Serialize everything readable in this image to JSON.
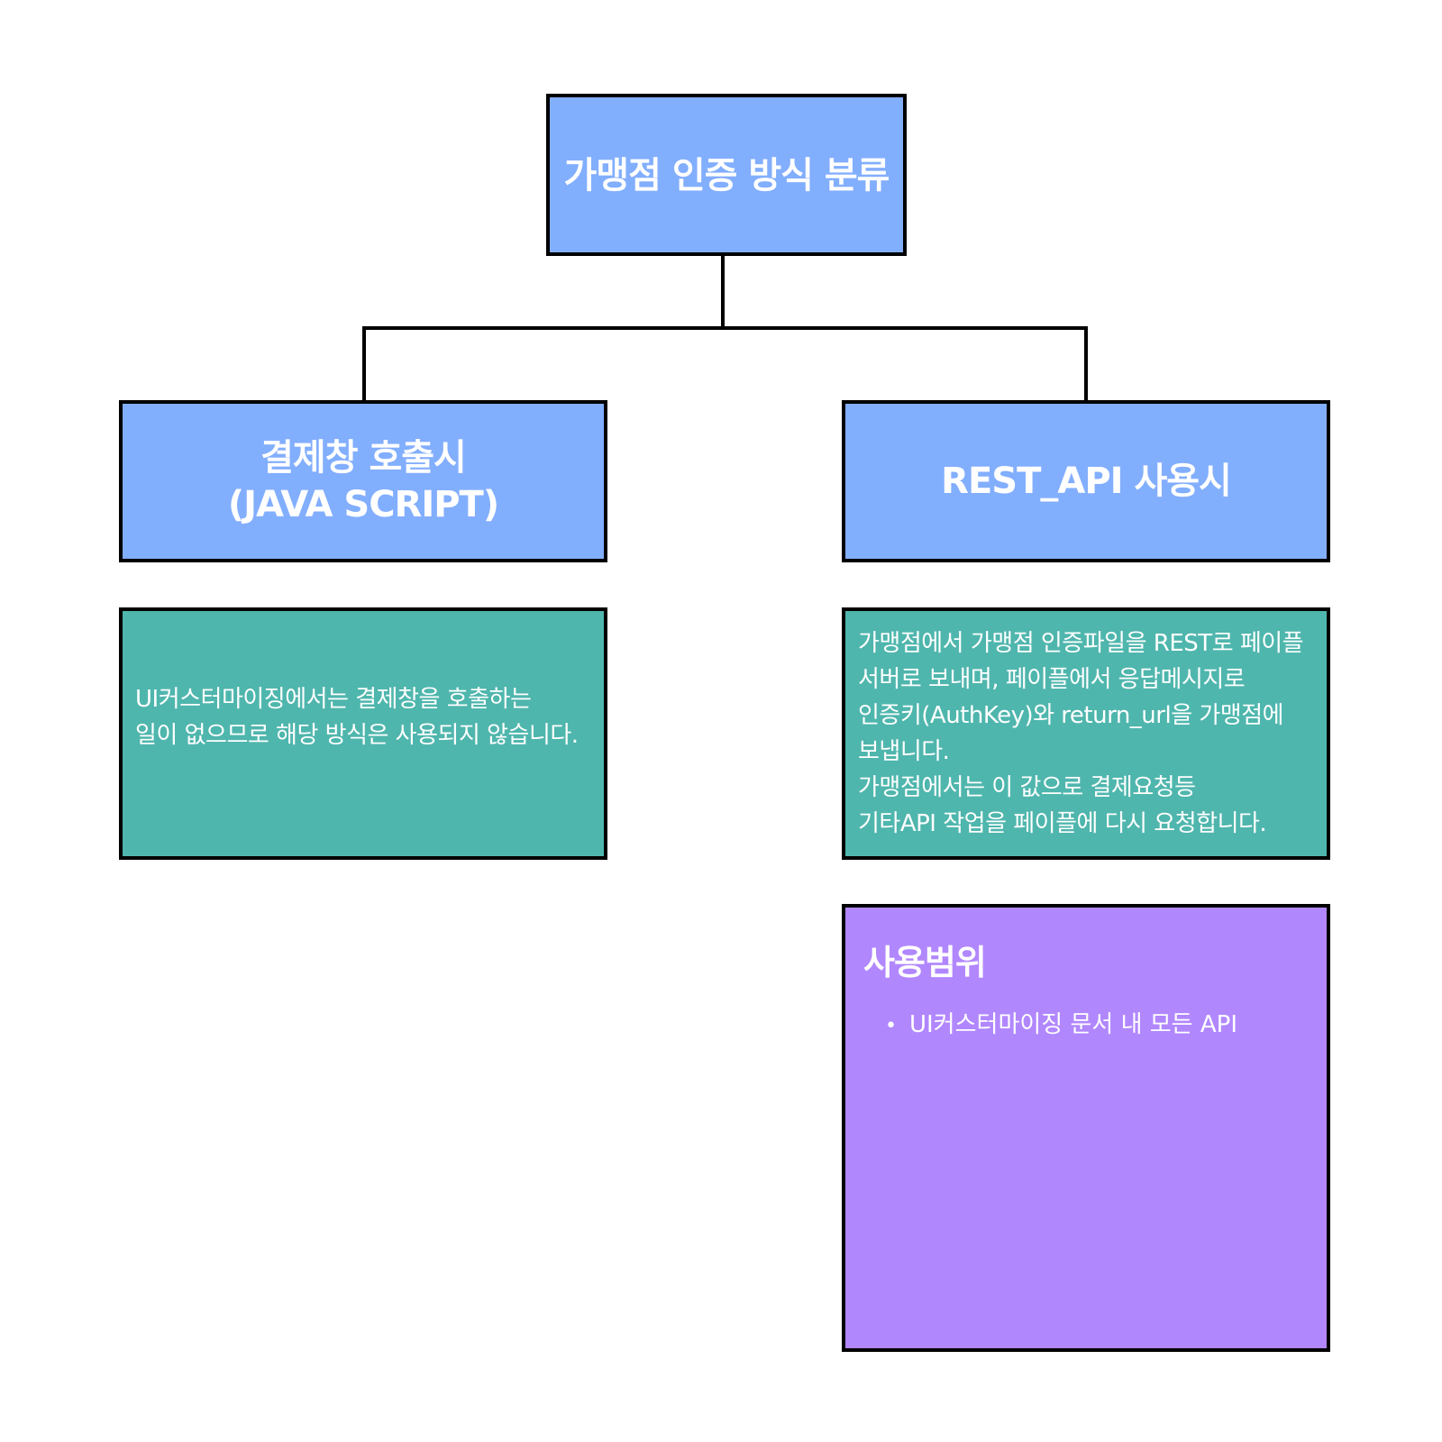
{
  "root": {
    "title": "가맹점 인증 방식 분류",
    "color": "#82aefe"
  },
  "branches": {
    "javascript": {
      "title": "결제창 호출시\n(JAVA SCRIPT)",
      "description": "UI커스터마이징에서는 결제창을 호출하는\n일이 없으므로 해당 방식은 사용되지 않습니다."
    },
    "rest_api": {
      "title": "REST_API 사용시",
      "description": "가맹점에서 가맹점 인증파일을 REST로 페이플\n서버로 보내며, 페이플에서 응답메시지로\n인증키(AuthKey)와 return_url을 가맹점에\n보냅니다.\n가맹점에서는 이 값으로 결제요청등\n기타API 작업을 페이플에 다시 요청합니다."
    }
  },
  "scope": {
    "title": "사용범위",
    "items": [
      "UI커스터마이징 문서 내 모든 API"
    ]
  },
  "colors": {
    "header": "#82aefe",
    "description": "#4fb6ad",
    "scope": "#b187fe",
    "border": "#000000"
  }
}
